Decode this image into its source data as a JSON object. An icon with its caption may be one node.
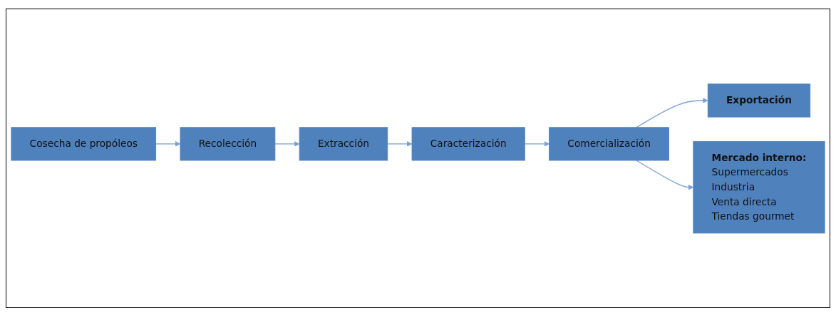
{
  "diagram": {
    "nodes": [
      {
        "text": [
          "Cosecha de propóleos"
        ]
      },
      {
        "text": [
          "Recolección"
        ]
      },
      {
        "text": [
          "Extracción"
        ]
      },
      {
        "text": [
          "Caracterización"
        ]
      },
      {
        "text": [
          "Comercialización"
        ]
      },
      {
        "text": [
          "Exportación"
        ]
      },
      {
        "text": [
          "Mercado interno:",
          "Supermercados",
          "Industria",
          "Venta directa",
          "Tiendas gourmet"
        ]
      }
    ],
    "edges": [
      {
        "from": 0,
        "to": 1,
        "arrow": "to"
      },
      {
        "from": 1,
        "to": 2,
        "arrow": "to"
      },
      {
        "from": 2,
        "to": 3,
        "arrow": "to"
      },
      {
        "from": 3,
        "to": 4,
        "arrow": "to"
      },
      {
        "from": 4,
        "to": 5,
        "arrow": "to"
      },
      {
        "from": 4,
        "to": 6,
        "arrow": "to"
      }
    ]
  }
}
